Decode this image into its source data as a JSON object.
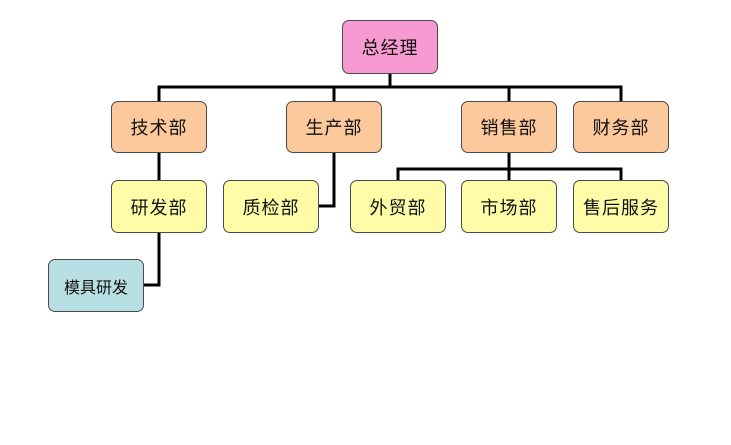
{
  "colors": {
    "top": "#f79ad2",
    "level1": "#fbc99b",
    "level2": "#fefca6",
    "level3": "#b8dfe3",
    "connector": "#000000"
  },
  "org": {
    "general_manager": "总经理",
    "tech": "技术部",
    "production": "生产部",
    "sales": "销售部",
    "finance": "财务部",
    "rnd": "研发部",
    "qc": "质检部",
    "foreign_trade": "外贸部",
    "market": "市场部",
    "after_sales": "售后服务",
    "mold_rnd": "模具研发"
  }
}
